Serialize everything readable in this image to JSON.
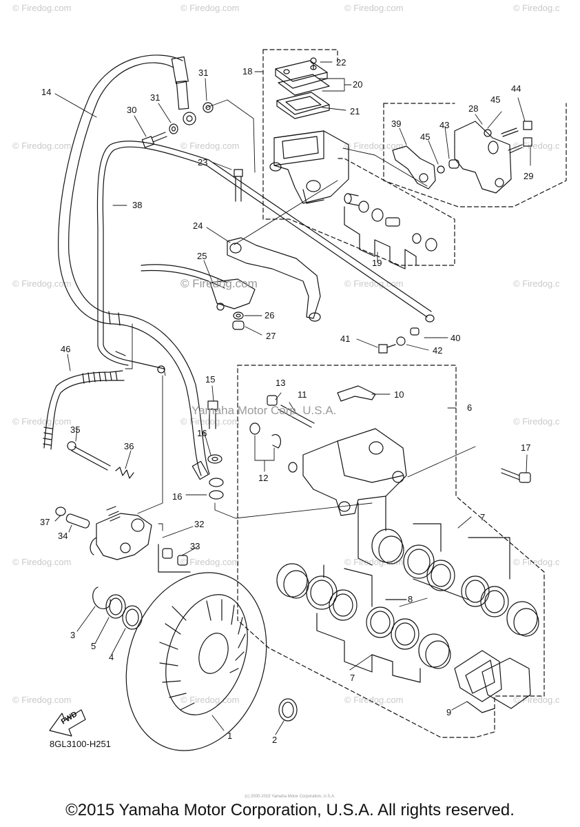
{
  "watermarks": {
    "tile": "© Firedog.com",
    "tile_right": "© Firedog.c",
    "center": "© Firedog.com",
    "mid": "Yamaha Motor Corp, U.S.A."
  },
  "callouts": [
    {
      "id": "1",
      "text": "1"
    },
    {
      "id": "2",
      "text": "2"
    },
    {
      "id": "3",
      "text": "3"
    },
    {
      "id": "4",
      "text": "4"
    },
    {
      "id": "5",
      "text": "5"
    },
    {
      "id": "6",
      "text": "6"
    },
    {
      "id": "7a",
      "text": "7"
    },
    {
      "id": "7b",
      "text": "7"
    },
    {
      "id": "8",
      "text": "8"
    },
    {
      "id": "9",
      "text": "9"
    },
    {
      "id": "10",
      "text": "10"
    },
    {
      "id": "11",
      "text": "11"
    },
    {
      "id": "12",
      "text": "12"
    },
    {
      "id": "13",
      "text": "13"
    },
    {
      "id": "14",
      "text": "14"
    },
    {
      "id": "15",
      "text": "15"
    },
    {
      "id": "16a",
      "text": "16"
    },
    {
      "id": "16b",
      "text": "16"
    },
    {
      "id": "17",
      "text": "17"
    },
    {
      "id": "18",
      "text": "18"
    },
    {
      "id": "19",
      "text": "19"
    },
    {
      "id": "20",
      "text": "20"
    },
    {
      "id": "21",
      "text": "21"
    },
    {
      "id": "22",
      "text": "22"
    },
    {
      "id": "23",
      "text": "23"
    },
    {
      "id": "24",
      "text": "24"
    },
    {
      "id": "25",
      "text": "25"
    },
    {
      "id": "26",
      "text": "26"
    },
    {
      "id": "27",
      "text": "27"
    },
    {
      "id": "28",
      "text": "28"
    },
    {
      "id": "29",
      "text": "29"
    },
    {
      "id": "30",
      "text": "30"
    },
    {
      "id": "31a",
      "text": "31"
    },
    {
      "id": "31b",
      "text": "31"
    },
    {
      "id": "32",
      "text": "32"
    },
    {
      "id": "33",
      "text": "33"
    },
    {
      "id": "34",
      "text": "34"
    },
    {
      "id": "35",
      "text": "35"
    },
    {
      "id": "36",
      "text": "36"
    },
    {
      "id": "37",
      "text": "37"
    },
    {
      "id": "38",
      "text": "38"
    },
    {
      "id": "39",
      "text": "39"
    },
    {
      "id": "40",
      "text": "40"
    },
    {
      "id": "41",
      "text": "41"
    },
    {
      "id": "42",
      "text": "42"
    },
    {
      "id": "43",
      "text": "43"
    },
    {
      "id": "44",
      "text": "44"
    },
    {
      "id": "45a",
      "text": "45"
    },
    {
      "id": "45b",
      "text": "45"
    },
    {
      "id": "46",
      "text": "46"
    }
  ],
  "fwd_label": "FWD",
  "diagram_code": "8GL3100-H251",
  "tiny_copyright": "(c) 2000-2015 Yamaha Motor Corporation, U.S.A.",
  "copyright": "©2015 Yamaha Motor Corporation, U.S.A. All rights reserved.",
  "colors": {
    "line": "#111111",
    "watermark": "#c9c9c9"
  }
}
